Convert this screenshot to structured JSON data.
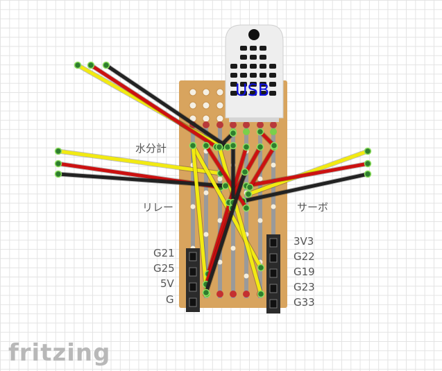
{
  "sensor": {
    "label": "USB"
  },
  "labels": {
    "left": [
      "水分計",
      "リレー"
    ],
    "right": [
      "サーボ"
    ],
    "left_header": [
      "G21",
      "G25",
      "5V",
      "G"
    ],
    "right_header": [
      "3V3",
      "G22",
      "G19",
      "G23",
      "G33"
    ]
  },
  "logo": "fritzing",
  "colors": {
    "board": "#d8a45e",
    "strip": "#9a9a9a",
    "wire_red": "#cc1111",
    "wire_black": "#222222",
    "wire_yellow": "#f2ea12",
    "header_body": "#2b2b2b",
    "sensor_body": "#eeeeee"
  }
}
